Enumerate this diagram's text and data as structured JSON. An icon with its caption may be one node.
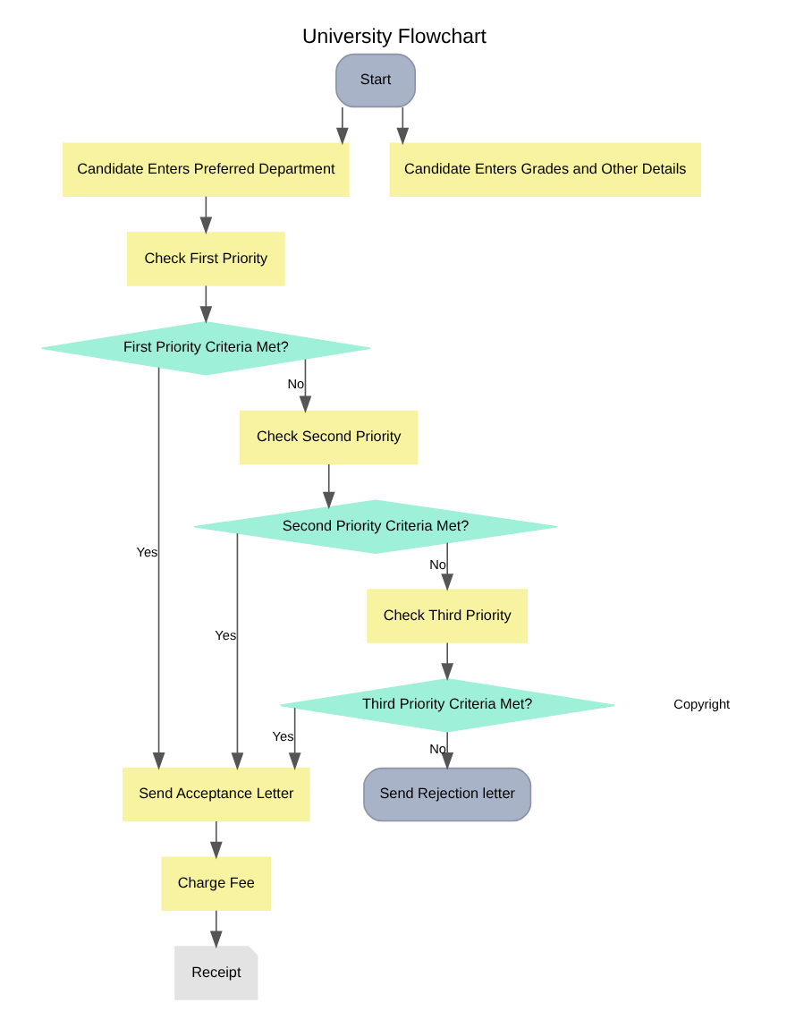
{
  "diagram": {
    "title": "University Flowchart",
    "nodes": [
      {
        "text": [
          "Start"
        ]
      },
      {
        "text": [
          "Candidate Enters Preferred Department"
        ]
      },
      {
        "text": [
          "Candidate Enters Grades and Other Details"
        ]
      },
      {
        "text": [
          "Check First Priority"
        ]
      },
      {
        "text": [
          "Send Acceptance Letter"
        ]
      },
      {
        "text": [
          "First Priority Criteria Met?"
        ]
      },
      {
        "text": [
          "Charge Fee"
        ]
      },
      {
        "text": [
          "Receipt"
        ]
      },
      {
        "text": [
          "Check Second Priority"
        ]
      },
      {
        "text": [
          "Send Rejection letter"
        ]
      },
      {
        "text": [
          "Second Priority Criteria Met?"
        ]
      },
      {
        "text": [
          "Third Priority Criteria Met?"
        ]
      },
      {
        "text": [
          "Check Third Priority"
        ]
      }
    ],
    "edges": [
      {
        "from": 0,
        "to": 1,
        "arrow": "to"
      },
      {
        "from": 0,
        "to": 2,
        "arrow": "to"
      },
      {
        "from": 1,
        "to": 3,
        "arrow": "to"
      },
      {
        "from": 3,
        "to": 5,
        "arrow": "to"
      },
      {
        "from": 5,
        "to": 4,
        "label": "Yes",
        "arrow": "to"
      },
      {
        "from": 5,
        "to": 8,
        "label": "No",
        "arrow": "to"
      },
      {
        "from": 4,
        "to": 6,
        "arrow": "to"
      },
      {
        "from": 6,
        "to": 7,
        "arrow": "to"
      },
      {
        "from": 8,
        "to": 10,
        "arrow": "to"
      },
      {
        "from": 10,
        "to": 4,
        "label": "Yes",
        "arrow": "to"
      },
      {
        "from": 10,
        "to": 12,
        "label": "No",
        "arrow": "to"
      },
      {
        "from": 12,
        "to": 11,
        "arrow": "to"
      },
      {
        "from": 11,
        "to": 9,
        "label": "No",
        "arrow": "to"
      },
      {
        "from": 11,
        "to": 4,
        "label": "Yes",
        "arrow": "to"
      }
    ],
    "labels": [
      "Copyright"
    ]
  }
}
